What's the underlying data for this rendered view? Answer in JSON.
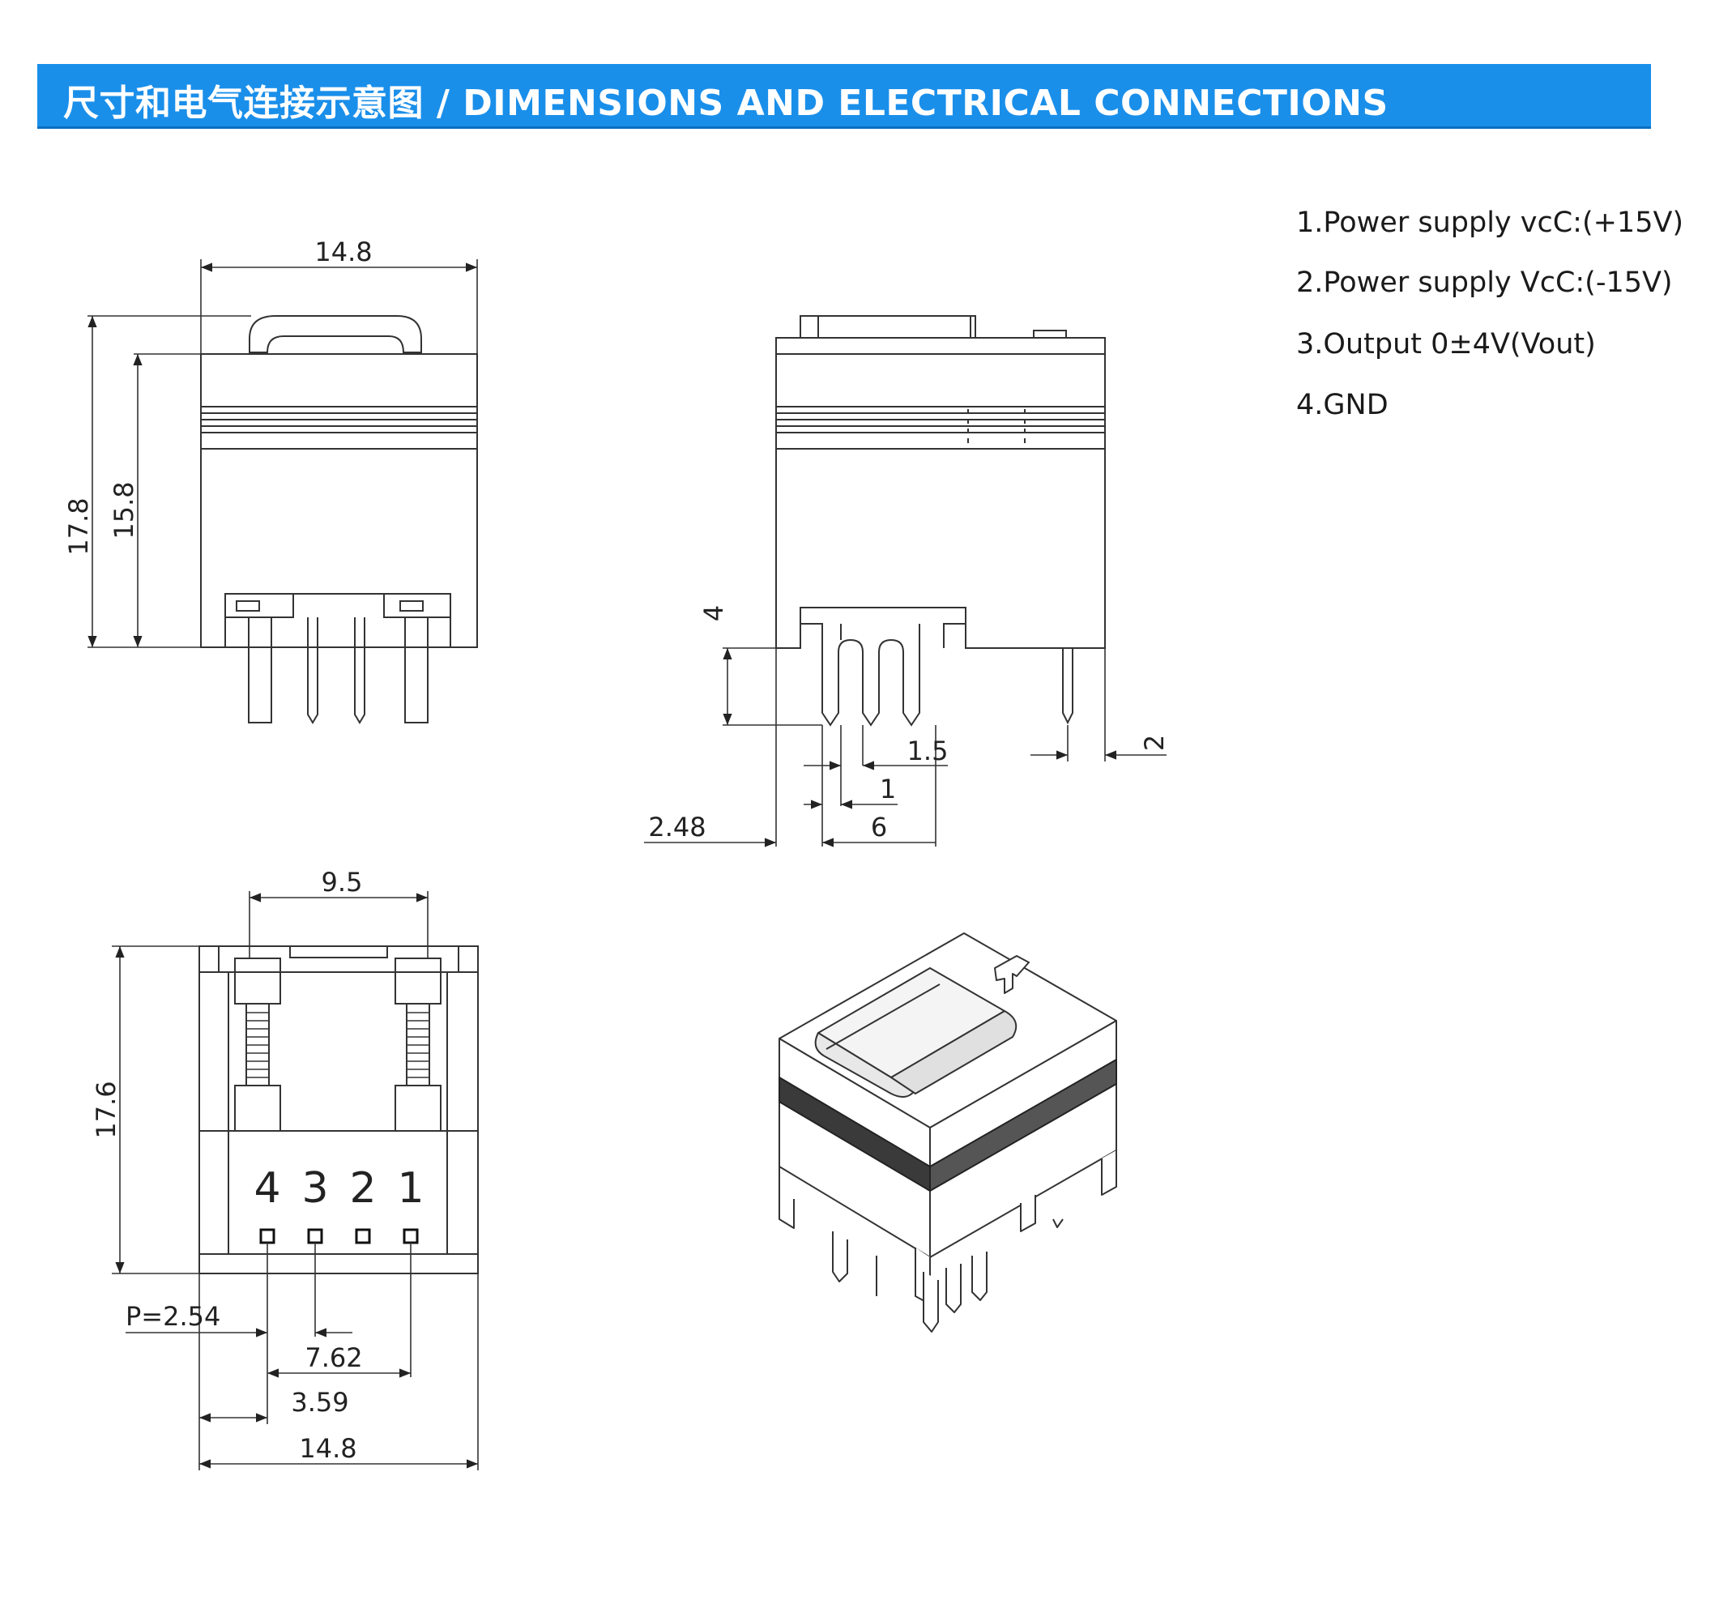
{
  "header": {
    "title": "尺寸和电气连接示意图 / DIMENSIONS AND ELECTRICAL CONNECTIONS",
    "color": "#1a8fea"
  },
  "pin_legend": [
    "1.Power supply vcC:(+15V)",
    "2.Power supply VcC:(-15V)",
    "3.Output 0±4V(Vout)",
    "4.GND"
  ],
  "front_view": {
    "width_label": "14.8",
    "height_label": "17.8",
    "body_height_label": "15.8"
  },
  "side_view": {
    "pin_length_label": "4",
    "pin_pitch_label": "1.5",
    "pin_width_label": "1",
    "slot_label": "6",
    "offset_label": "2.48",
    "edge_label": "2"
  },
  "bottom_view": {
    "pin_span_label": "9.5",
    "height_label": "17.6",
    "pitch_label": "P=2.54",
    "span_label": "7.62",
    "offset_label": "3.59",
    "width_label": "14.8",
    "pin_numbers": [
      "4",
      "3",
      "2",
      "1"
    ]
  }
}
